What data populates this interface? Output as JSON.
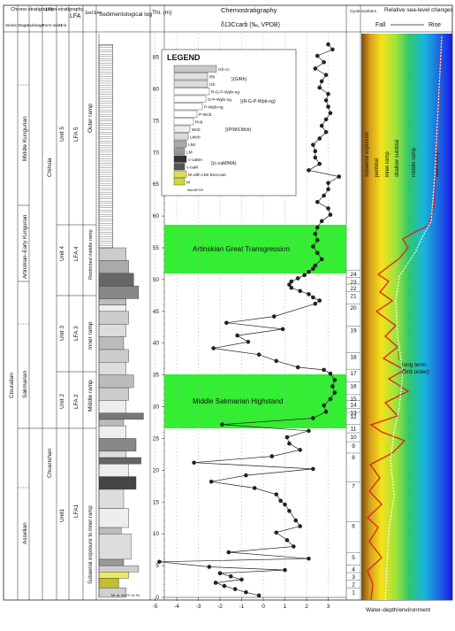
{
  "headers": {
    "chrono": "Chrono-stratigraphy",
    "chrono_sub": [
      "Series",
      "Stage",
      "Substage"
    ],
    "litho": "Litho-stratigraphy",
    "litho_sub": [
      "Form-ation",
      "Unit"
    ],
    "lfa": "LFA",
    "sed_env": "Sed Env",
    "log": "Sedimentological log",
    "thick": "Thi. (m)",
    "chemo": "Chemostratigraphy",
    "chemo_axis": "δ13Ccarb (‰, VPDB)",
    "cycle": "Cycle numbers",
    "sealevel": "Relative sea-level changes",
    "fall": "Fall",
    "rise": "Rise",
    "water_depth": "Water-depth/environment"
  },
  "series": "Cisuralian",
  "stages": [
    {
      "name": "Middle Kungurian",
      "top": 0,
      "bottom": 0
    },
    {
      "name": "Artinskian–Early Kungurian"
    },
    {
      "name": "Sakmarian"
    },
    {
      "name": "Asselian"
    }
  ],
  "formations": [
    "Chihsia",
    "Chuanshan"
  ],
  "units": [
    "Unit 5",
    "Unit 4",
    "Unit 3",
    "Unit 2",
    "Unit1"
  ],
  "lfas": [
    "LFA 5",
    "LFA 4",
    "LFA 3",
    "LFA 2",
    "LFA1"
  ],
  "environments": [
    "Outer ramp",
    "Restricted middle ramp",
    "Inner ramp",
    "Middle ramp",
    "Subaerial exposure to inner ramp"
  ],
  "log_axis_labels": "M  W  P  G  R",
  "log_axis_sub": "Mr  aL  Wr  Pr  Gr  Rr",
  "thickness_ticks": [
    "0",
    "5",
    "10",
    "15",
    "20",
    "25",
    "30",
    "35",
    "40",
    "45",
    "50",
    "55",
    "60",
    "65",
    "70",
    "75",
    "80",
    "85"
  ],
  "chemo_ticks": [
    "-5",
    "-4",
    "-3",
    "-2",
    "-1",
    "0",
    "1",
    "2",
    "3"
  ],
  "legend": {
    "title": "LEGEND",
    "items": [
      "Gh-cc",
      "Rh",
      "Gh",
      "R-G-P-Wpb-ng",
      "G-P-Wpb-ng",
      "P-Wpb-ng",
      "P-Wcb",
      "Pcb",
      "Wcb",
      "LMcb",
      "LMr",
      "LM",
      "c-caMA",
      "c-caM",
      "M with LMr breccias",
      "M"
    ],
    "groups": [
      "(G/Rh)",
      "(R-G-P-Wpb-ng)",
      "(P/W/LMcb)",
      "(c-caM/MA)"
    ],
    "axis": "MwLWPGR"
  },
  "bands": [
    {
      "label": "Artinskian Great Transgression",
      "color": "#33ee33"
    },
    {
      "label": "Middle Sakmarian Highstand",
      "color": "#33ee33"
    }
  ],
  "cycles": [
    "1",
    "2",
    "3",
    "4",
    "5",
    "6",
    "7",
    "8",
    "9",
    "10",
    "11",
    "12",
    "13",
    "14",
    "15",
    "16",
    "17",
    "18",
    "19",
    "20",
    "21",
    "22",
    "23",
    "24"
  ],
  "sealevel_envs": [
    "subaerial exposure",
    "peritidal",
    "inner ramp",
    "shallow subtidal",
    "middle ramp",
    "outer ramp"
  ],
  "longterm": "long term\n(3rd order)",
  "colors": {
    "band": "#33ee33",
    "curve": "#dd2222",
    "dots": "#222222"
  },
  "chart_data": {
    "type": "line",
    "x_label": "δ13Ccarb (‰, VPDB)",
    "xlim": [
      -5,
      3.5
    ],
    "ylim": [
      0,
      88
    ],
    "points": [
      [
        -0.2,
        0.3
      ],
      [
        -0.8,
        0.8
      ],
      [
        -1.3,
        1.3
      ],
      [
        -1.8,
        1.8
      ],
      [
        -2.2,
        2.3
      ],
      [
        -1.0,
        2.8
      ],
      [
        -1.5,
        3.3
      ],
      [
        -2.0,
        3.8
      ],
      [
        1.0,
        4.3
      ],
      [
        -2.5,
        4.8
      ],
      [
        -4.8,
        5.6
      ],
      [
        2.1,
        6.1
      ],
      [
        -1.6,
        7.1
      ],
      [
        1.4,
        8.0
      ],
      [
        1.1,
        9.0
      ],
      [
        0.6,
        10.2
      ],
      [
        1.7,
        11.2
      ],
      [
        1.5,
        12.1
      ],
      [
        1.2,
        13.6
      ],
      [
        1.0,
        14.6
      ],
      [
        0.8,
        15.2
      ],
      [
        0.6,
        16.2
      ],
      [
        -0.4,
        17.2
      ],
      [
        -2.4,
        18.2
      ],
      [
        -0.8,
        19.2
      ],
      [
        2.3,
        20.2
      ],
      [
        -3.2,
        21.2
      ],
      [
        0.4,
        22.2
      ],
      [
        1.7,
        23.2
      ],
      [
        1.2,
        24.2
      ],
      [
        1.1,
        25.2
      ],
      [
        2.1,
        26.2
      ],
      [
        -1.9,
        27.2
      ],
      [
        2.3,
        28.2
      ],
      [
        2.9,
        29.2
      ],
      [
        2.8,
        30.2
      ],
      [
        3.1,
        31.2
      ],
      [
        3.3,
        32.2
      ],
      [
        3.2,
        33.2
      ],
      [
        3.3,
        34.2
      ],
      [
        3.1,
        35.2
      ],
      [
        2.8,
        35.8
      ],
      [
        1.6,
        36.2
      ],
      [
        0.6,
        37.2
      ],
      [
        -0.2,
        38.2
      ],
      [
        -2.3,
        39.2
      ],
      [
        -0.7,
        40.2
      ],
      [
        -1.2,
        41.2
      ],
      [
        0.9,
        42.2
      ],
      [
        -1.7,
        43.2
      ],
      [
        0.5,
        44.2
      ],
      [
        2.4,
        46.2
      ],
      [
        2.6,
        46.7
      ],
      [
        2.3,
        47.2
      ],
      [
        2.1,
        47.7
      ],
      [
        1.7,
        48.2
      ],
      [
        1.3,
        48.7
      ],
      [
        1.2,
        49.2
      ],
      [
        1.3,
        49.7
      ],
      [
        1.6,
        50.2
      ],
      [
        1.9,
        50.7
      ],
      [
        2.1,
        51.2
      ],
      [
        2.3,
        51.7
      ],
      [
        2.4,
        52.2
      ],
      [
        2.7,
        53.2
      ],
      [
        2.5,
        54.2
      ],
      [
        2.3,
        55.2
      ],
      [
        2.5,
        56.2
      ],
      [
        2.4,
        57.2
      ],
      [
        2.5,
        58.2
      ],
      [
        2.7,
        59.2
      ],
      [
        3.1,
        60.2
      ],
      [
        3.0,
        61.2
      ],
      [
        2.5,
        62.2
      ],
      [
        2.8,
        63.2
      ],
      [
        3.0,
        64.2
      ],
      [
        3.0,
        65.2
      ],
      [
        3.5,
        66.2
      ],
      [
        2.1,
        67.2
      ],
      [
        2.6,
        68.2
      ],
      [
        2.4,
        69.2
      ],
      [
        2.4,
        70.2
      ],
      [
        2.3,
        71.2
      ],
      [
        2.6,
        72.2
      ],
      [
        2.9,
        73.2
      ],
      [
        2.7,
        74.2
      ],
      [
        2.9,
        75.2
      ],
      [
        3.1,
        76.2
      ],
      [
        3.0,
        77.2
      ],
      [
        2.9,
        78.2
      ],
      [
        3.0,
        79.2
      ],
      [
        2.6,
        80.2
      ],
      [
        2.7,
        81.2
      ],
      [
        2.9,
        82.2
      ],
      [
        2.4,
        83.2
      ],
      [
        2.8,
        84.2
      ],
      [
        2.5,
        85.2
      ],
      [
        3.2,
        86.2
      ],
      [
        3.0,
        87.0
      ]
    ]
  }
}
